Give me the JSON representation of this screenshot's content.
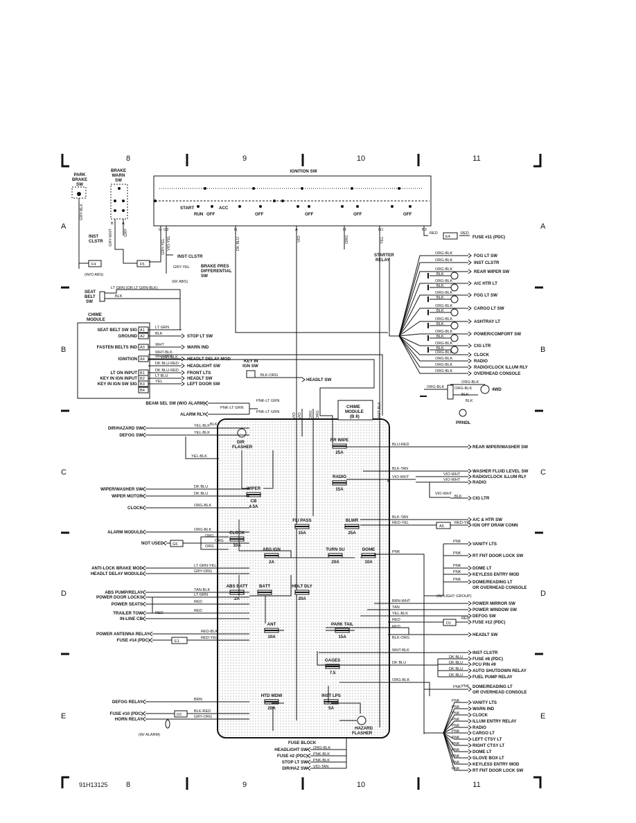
{
  "page": {
    "code": "91H13125",
    "columns": [
      "8",
      "9",
      "10",
      "11"
    ],
    "rows": [
      "A",
      "B",
      "C",
      "D",
      "E"
    ]
  },
  "top": {
    "park_brake_sw": [
      "PARK",
      "BRAKE",
      "SW"
    ],
    "brake_warn_sw": [
      "BRAKE",
      "WARN",
      "SW"
    ],
    "ignition_sw": "IGNITION SW",
    "positions": [
      "START",
      "RUN",
      "OFF",
      "ACC",
      "OFF",
      "OFF",
      "OFF"
    ],
    "terminals": [
      "G",
      "G2",
      "I1",
      "A",
      "I3",
      "G1",
      "B3"
    ],
    "brake_terminals": [
      "B",
      "A"
    ],
    "wires": [
      "GRY-BLK",
      "GRY-WHT",
      "GRY",
      "GRY-YEL",
      "VIO-YEL",
      "DK BLU",
      "VIO",
      "ORG",
      "YEL",
      "RED",
      "RED"
    ],
    "inst_clstr": [
      "INST",
      "CLSTR"
    ],
    "e4": "E4",
    "fuse11": "FUSE #11 (PDC)",
    "f4": "F4",
    "f5": "F5",
    "wo_abs": "(W/O ABS)",
    "w_abs": "(W/ ABS)",
    "inst_clstr2": "INST CLSTR",
    "brake_pres": [
      "BRAKE PRES",
      "DIFFERENTIAL",
      "SW"
    ],
    "starter_relay": [
      "STARTER",
      "RELAY"
    ]
  },
  "chime": {
    "seat_belt_sw": [
      "SEAT",
      "BELT",
      "SW"
    ],
    "lt_grn_wire": "LT GRN (OR LT GRN-BLK)",
    "blk": "BLK",
    "module": [
      "CHIME",
      "MODULE"
    ],
    "pins": [
      {
        "name": "SEAT BELT SW SIG",
        "pin": "A1",
        "wire": "LT GRN",
        "dest": ""
      },
      {
        "name": "GROUND",
        "pin": "A2",
        "wire": "BLK",
        "dest": "STOP LT SW"
      },
      {
        "name": "FASTEN BELTS IND",
        "pin": "A3",
        "wire": "WHT",
        "dest": "WARN IND"
      },
      {
        "name": "IGNITION",
        "pin": "A4",
        "wire": "WHT-BLK",
        "dest": "HEADLT DELAY MOD"
      },
      {
        "name": "LT ON INPUT",
        "pin": "B1",
        "wire": "DK BLU-RED",
        "dest": "FRONT LTS"
      },
      {
        "name": "KEY IN IGN INPUT",
        "pin": "B2",
        "wire": "LT BLU",
        "dest": "HEADLT SW"
      },
      {
        "name": "KEY IN IGN SW SIG",
        "pin": "B3",
        "wire": "YEL",
        "dest": "LEFT DOOR SW"
      },
      {
        "name": "",
        "pin": "B4",
        "wire": "",
        "dest": ""
      }
    ],
    "extra_wires": [
      "WHT-BLK",
      "DK BLU-RED",
      "BLK-ORG",
      "WHT-BLK"
    ],
    "headlight_sw": "HEADLIGHT SW",
    "key_in_ign_sw": [
      "KEY IN",
      "IGN SW"
    ]
  },
  "right_top": {
    "items": [
      "FOG LT SW",
      "INST CLSTR",
      "REAR WIPER SW",
      "A/C HTR LT",
      "FOG LT SW",
      "CARGO LT SW",
      "ASHTRAY LT",
      "POWER/COMFORT SW",
      "CIG LTR",
      "CLOCK",
      "RADIO",
      "RADIO/CLOCK ILLUM RLY",
      "OVERHEAD CONSOLE"
    ],
    "wires": [
      "ORG-BLK",
      "ORG-BLK",
      "BLK",
      "ORG-BLK",
      "BLK",
      "ORG-BLK",
      "BLK",
      "ORG-BLK",
      "BLK",
      "ORG-BLK",
      "BLK",
      "ORG-BLK",
      "BLK",
      "ORG-BLK",
      "BLK",
      "ORG-BLK",
      "BLK",
      "ORG-BLK",
      "ORG-BLK",
      "ORG-BLK",
      "ORG-BLK"
    ],
    "fourwd": "4WD",
    "prndl": "PRNDL",
    "fourwd_wires": [
      "ORG-BLK",
      "ORG-BLK",
      "ORG-BLK",
      "BLK",
      "BLK"
    ]
  },
  "fuse_block": {
    "title": "FUSE BLOCK",
    "chime_module": [
      "CHIME",
      "MODULE",
      "(B 8)"
    ],
    "fuses": [
      {
        "name": "RR WIPE",
        "amps": "25A"
      },
      {
        "name": "RADIO",
        "amps": "15A"
      },
      {
        "name": "WIPER",
        "amps": "CB",
        "sub": "4.5A"
      },
      {
        "name": "CLOCK",
        "amps": "10A"
      },
      {
        "name": "FLI PASS",
        "amps": "15A"
      },
      {
        "name": "BLWR",
        "amps": "25A"
      },
      {
        "name": "ABS IGN",
        "amps": "2A"
      },
      {
        "name": "TURN SU",
        "amps": "20A"
      },
      {
        "name": "DOME",
        "amps": "10A"
      },
      {
        "name": "ABS BATT",
        "amps": "2A"
      },
      {
        "name": "BATT",
        "amps": ""
      },
      {
        "name": "HDLT DLY",
        "amps": "20A"
      },
      {
        "name": "PARK TAIL",
        "amps": "15A"
      },
      {
        "name": "ANT",
        "amps": "10A"
      },
      {
        "name": "GAGES",
        "amps": "7.5"
      },
      {
        "name": "HTD WDW",
        "amps": "20A"
      },
      {
        "name": "INST LPS",
        "amps": "5A"
      }
    ],
    "dir_flasher": [
      "DIR",
      "FLASHER"
    ],
    "hazard_flasher": [
      "HAZARD",
      "FLASHER"
    ],
    "top_wires": [
      "VIO",
      "VIO",
      "ORG",
      "ORG",
      "WHT-BLK"
    ]
  },
  "left": {
    "items": [
      {
        "label": "BEAM SEL SW (W/O ALARM)",
        "wire": "PNK-LT GRN"
      },
      {
        "label": "ALARM RLY",
        "wire": "PNK-LT GRN"
      },
      {
        "label": "DIR/HAZARD SW",
        "wire": "YEL-BLK"
      },
      {
        "label": "DEFOG SW",
        "wire": "YEL-BLK"
      },
      {
        "label": "WIPER/WASHER SW",
        "wire": "DK BLU"
      },
      {
        "label": "WIPER MOTOR",
        "wire": "DK BLU"
      },
      {
        "label": "CLOCK",
        "wire": "ORG-BLK"
      },
      {
        "label": "ALARM MODULE",
        "wire": "ORG-BLK"
      },
      {
        "label": "NOT USED",
        "wire": "ORG"
      },
      {
        "label": "ANTI-LOCK BRAKE MOD",
        "wire": "LT GRN-YEL"
      },
      {
        "label": "HEADLT DELAY MODULE",
        "wire": "GRY-ORG"
      },
      {
        "label": "ABS PUMP/RELAY",
        "wire": "TAN-BLK"
      },
      {
        "label": "POWER DOOR LOCKS",
        "wire": "LT GRN"
      },
      {
        "label": "POWER SEATS",
        "wire": "RED"
      },
      {
        "label": "TRAILER TOW",
        "wire": "RED"
      },
      {
        "label": "IN-LINE CB",
        "wire": ""
      },
      {
        "label": "POWER ANTENNA RELAY",
        "wire": "RED-BLK"
      },
      {
        "label": "FUSE #14 (PDC)",
        "wire": "RED-YEL"
      },
      {
        "label": "DEFOG RELAY",
        "wire": "BRN"
      },
      {
        "label": "FUSE #10 (PDC)",
        "wire": "BLK-RED"
      },
      {
        "label": "HORN RELAY",
        "wire": "GRY-ORG"
      }
    ],
    "pnk_lt_grn": "PNK-LT GRN",
    "blk": "BLK",
    "yel_blk": "YEL-BLK",
    "orgs": [
      "ORG",
      "ORG",
      "ORG"
    ],
    "red": "RED",
    "g6": "G6",
    "e1": "E1",
    "d2": "D2",
    "w_alarm": "(W/ ALARM)"
  },
  "right": {
    "rear_wiper": {
      "label": "REAR WIPER/WASHER SW",
      "wire": "BLU-RED"
    },
    "washer": {
      "labels": [
        "WASHER FLUID LEVEL SW",
        "RADIO/CLOCK ILLUM RLY",
        "RADIO"
      ],
      "wires": [
        "BLK-TAN",
        "VIO-WHT",
        "VIO-WHT",
        "VIO-WHT"
      ]
    },
    "cig": {
      "label": "CIG LTR",
      "wires": [
        "VIO-WHT",
        "BLK"
      ]
    },
    "ac": {
      "labels": [
        "A/C & HTR SW",
        "IGN OFF DRAW CONN"
      ],
      "wires": [
        "BLK-TAN",
        "RED-YEL",
        "RED-YEL"
      ],
      "a5": "A5"
    },
    "pnk_group": {
      "labels": [
        "VANITY LTS",
        "RT FNT DOOR LOCK SW",
        "DOME LT",
        "KEYLESS ENTRY MOD",
        "DOME/READING LT",
        "OR OVERHEAD CONSOLE"
      ],
      "wires": [
        "PNK",
        "PNK",
        "PNK",
        "PNK",
        "PNK",
        "PNK"
      ],
      "w_light_group": "(W/ LIGHT GROUP)"
    },
    "power_group": {
      "labels": [
        "POWER MIRROR SW",
        "POWER WINDOW SW",
        "DEFOG SW",
        "FUSE #12 (PDC)",
        "HEADLT SW"
      ],
      "wires": [
        "BRN-WHT",
        "TAN",
        "YEL-BLK",
        "RED",
        "RED",
        "BLK-ORG",
        "RED"
      ],
      "d1": "D1"
    },
    "gauges_group": {
      "labels": [
        "INST CLSTR",
        "FUSE #8 (PDC)",
        "PCU PIN #9",
        "AUTO SHUTDOWN RELAY",
        "FUEL PUMP RELAY"
      ],
      "wires": [
        "WHT-BLK",
        "DK BLU",
        "DK BLU",
        "DK BLU",
        "DK BLU",
        "DK BLU",
        "DK BLU"
      ]
    },
    "dome_console": {
      "labels": [
        "DOME/READING LT",
        "OR OVERHEAD CONSOLE"
      ],
      "wires": [
        "ORG-BLK",
        "PNK"
      ]
    },
    "bottom_group": {
      "labels": [
        "VANITY LTS",
        "WARN IND",
        "CLOCK",
        "ILLUM ENTRY RELAY",
        "RADIO",
        "CARGO LT",
        "LEFT CTSY LT",
        "RIGHT CTSY LT",
        "DOME LT",
        "GLOVE BOX LT",
        "KEYLESS ENTRY MOD",
        "RT FNT DOOR LOCK SW"
      ],
      "wire": "PNK"
    },
    "pnk": "PNK"
  },
  "bottom": {
    "items": [
      {
        "label": "HEADLIGHT SW",
        "wire": "ORG-BLK"
      },
      {
        "label": "FUSE #2 (PDC)",
        "wire": "PNK-BLK"
      },
      {
        "label": "STOP LT SW",
        "wire": "PNK-BLK"
      },
      {
        "label": "DIR/HAZ SW",
        "wire": "VIO-TAN"
      }
    ]
  }
}
